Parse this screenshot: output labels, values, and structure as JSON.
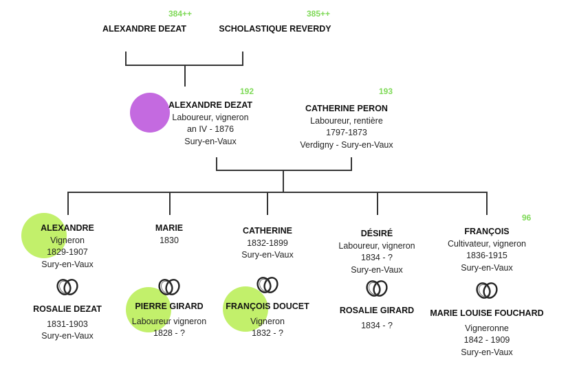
{
  "colors": {
    "number": "#7ed957",
    "highlight_green": "#c2f06b",
    "highlight_purple": "#c46ae0",
    "line": "#333333"
  },
  "generation1": [
    {
      "id": "384++",
      "name": "ALEXANDRE DEZAT"
    },
    {
      "id": "385++",
      "name": "SCHOLASTIQUE REVERDY"
    }
  ],
  "generation2": [
    {
      "id": "192",
      "name": "ALEXANDRE DEZAT",
      "lines": [
        "Laboureur, vigneron",
        "an IV - 1876",
        "Sury-en-Vaux"
      ]
    },
    {
      "id": "193",
      "name": "CATHERINE PERON",
      "lines": [
        "Laboureur, rentière",
        "1797-1873",
        "Verdigny - Sury-en-Vaux"
      ]
    }
  ],
  "children": [
    {
      "name": "ALEXANDRE",
      "lines": [
        "Vigneron",
        "1829-1907",
        "Sury-en-Vaux"
      ],
      "spouse": {
        "name": "ROSALIE DEZAT",
        "lines": [
          "1831-1903",
          "Sury-en-Vaux"
        ]
      }
    },
    {
      "name": "MARIE",
      "lines": [
        "1830"
      ],
      "spouse": {
        "name": "PIERRE GIRARD",
        "lines": [
          "Laboureur vigneron",
          "1828 - ?"
        ]
      }
    },
    {
      "name": "CATHERINE",
      "lines": [
        "1832-1899",
        "Sury-en-Vaux"
      ],
      "spouse": {
        "name": "FRANÇOIS DOUCET",
        "lines": [
          "Vigneron",
          "1832 - ?"
        ]
      }
    },
    {
      "name": "DÉSIRÉ",
      "lines": [
        "Laboureur, vigneron",
        "1834 - ?",
        "Sury-en-Vaux"
      ],
      "spouse": {
        "name": "ROSALIE GIRARD",
        "lines": [
          "1834 - ?"
        ]
      }
    },
    {
      "id": "96",
      "name": "FRANÇOIS",
      "lines": [
        "Cultivateur, vigneron",
        "1836-1915",
        "Sury-en-Vaux"
      ],
      "spouse": {
        "name": "MARIE LOUISE FOUCHARD",
        "lines": [
          "Vigneronne",
          "1842 - 1909",
          "Sury-en-Vaux"
        ]
      }
    }
  ]
}
